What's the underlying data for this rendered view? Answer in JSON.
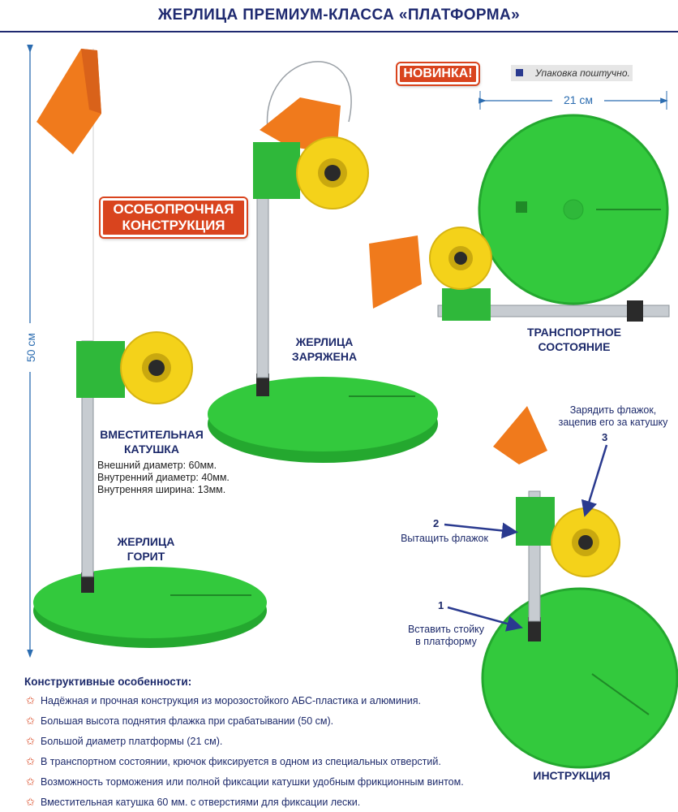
{
  "header": {
    "title": "ЖЕРЛИЦА ПРЕМИУМ-КЛАССА «ПЛАТФОРМА»"
  },
  "badges": {
    "new": "НОВИНКА!",
    "strong_line1": "ОСОБОПРОЧНАЯ",
    "strong_line2": "КОНСТРУКЦИЯ"
  },
  "packaging_note": "Упаковка поштучно.",
  "dimensions": {
    "height": "50 см",
    "diameter": "21 см"
  },
  "labels": {
    "loaded_1": "ЖЕРЛИЦА",
    "loaded_2": "ЗАРЯЖЕНА",
    "triggered_1": "ЖЕРЛИЦА",
    "triggered_2": "ГОРИТ",
    "transport_1": "ТРАНСПОРТНОЕ",
    "transport_2": "СОСТОЯНИЕ",
    "reel_1": "ВМЕСТИТЕЛЬНАЯ",
    "reel_2": "КАТУШКА",
    "instruction": "ИНСТРУКЦИЯ"
  },
  "reel_specs": [
    "Внешний диаметр: 60мм.",
    "Внутренний диаметр: 40мм.",
    "Внутренняя ширина: 13мм."
  ],
  "instruction_steps": [
    {
      "number": "1",
      "line1": "Вставить стойку",
      "line2": "в платформу"
    },
    {
      "number": "2",
      "line1": "Вытащить флажок",
      "line2": ""
    },
    {
      "number": "3",
      "line1": "Зарядить флажок,",
      "line2": "зацепив его за катушку"
    }
  ],
  "features": {
    "title": "Конструктивные особенности:",
    "items": [
      "Надёжная и прочная конструкция из морозостойкого АБС-пластика и алюминия.",
      "Большая высота поднятия флажка при срабатывании (50 см).",
      "Большой диаметр платформы (21 см).",
      "В транспортном состоянии, крючок фиксируется в одном из специальных отверстий.",
      "Возможность торможения или полной фиксации катушки удобным фрикционным винтом.",
      "Вместительная катушка 60 мм. с отверстиями для фиксации лески."
    ]
  },
  "colors": {
    "accent": "#d9441e",
    "text": "#1d2a6b",
    "platform": "#2fc63a",
    "reel": "#f4d21a",
    "flag": "#f07a1c"
  }
}
